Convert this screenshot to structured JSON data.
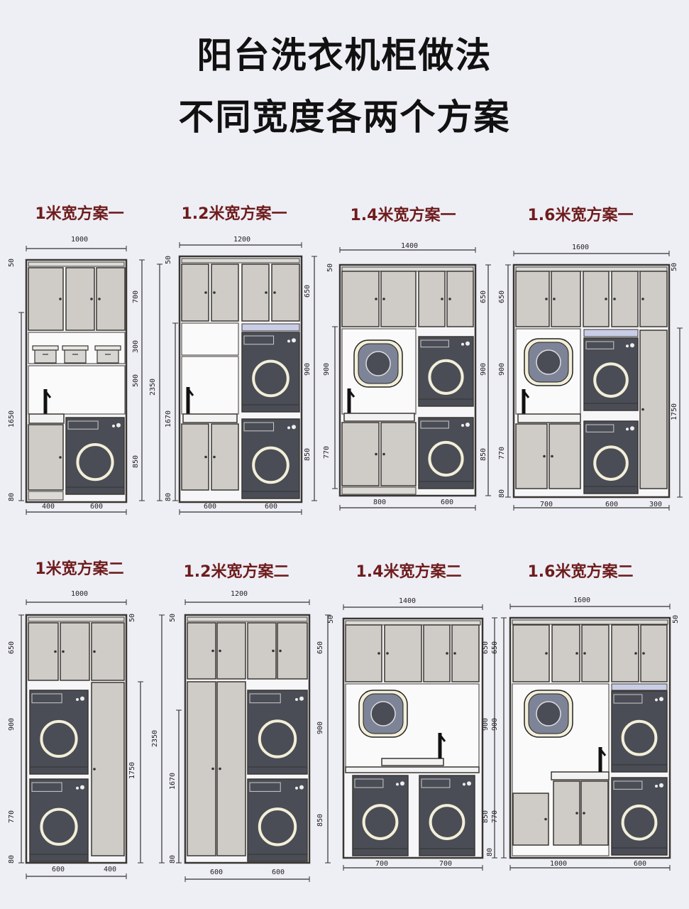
{
  "title": {
    "line1": "阳台洗衣机柜做法",
    "line2": "不同宽度各两个方案"
  },
  "colors": {
    "background": "#eeeef5",
    "cabinet_door": "#cfcbc6",
    "washer": "#4a4d55",
    "title_red": "#6e1c1c"
  },
  "panels": [
    {
      "title": "1米宽方案一",
      "dims": [
        "1000",
        "50",
        "1650",
        "80",
        "700",
        "300",
        "500",
        "850",
        "400",
        "600"
      ]
    },
    {
      "title": "1.2米宽方案一",
      "dims": [
        "1200",
        "50",
        "2350",
        "1670",
        "80",
        "650",
        "900",
        "850",
        "600",
        "600"
      ]
    },
    {
      "title": "1.4米宽方案一",
      "dims": [
        "1400",
        "50",
        "900",
        "770",
        "650",
        "900",
        "850",
        "800",
        "600"
      ]
    },
    {
      "title": "1.6米宽方案一",
      "dims": [
        "1600",
        "650",
        "900",
        "770",
        "80",
        "50",
        "1750",
        "700",
        "600",
        "300"
      ]
    },
    {
      "title": "1米宽方案二",
      "dims": [
        "1000",
        "650",
        "900",
        "770",
        "80",
        "50",
        "1750",
        "600",
        "400"
      ]
    },
    {
      "title": "1.2米宽方案二",
      "dims": [
        "1200",
        "50",
        "2350",
        "1670",
        "80",
        "650",
        "900",
        "850",
        "600",
        "600"
      ]
    },
    {
      "title": "1.4米宽方案二",
      "dims": [
        "1400",
        "50",
        "700",
        "700"
      ]
    },
    {
      "title": "1.6米宽方案二",
      "dims": [
        "1600",
        "650",
        "650",
        "900",
        "900",
        "850",
        "770",
        "80",
        "50",
        "1000",
        "600"
      ]
    }
  ]
}
